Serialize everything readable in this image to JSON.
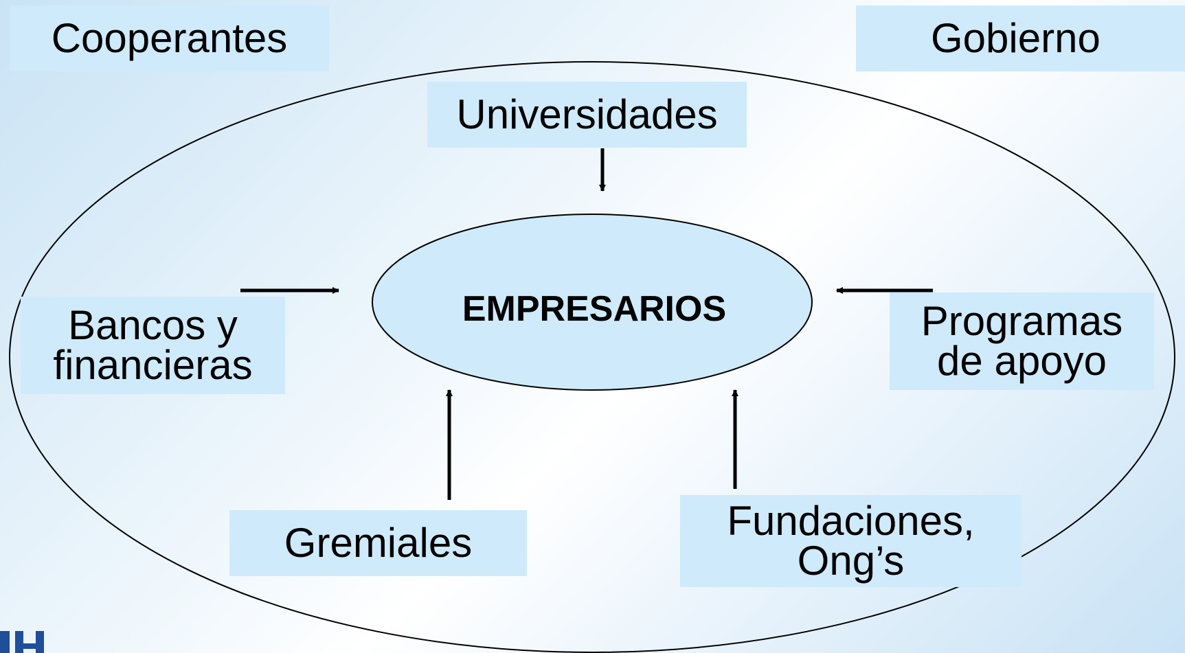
{
  "diagram": {
    "center": "EMPRESARIOS",
    "nodes": {
      "cooperantes": "Cooperantes",
      "gobierno": "Gobierno",
      "universidades": "Universidades",
      "bancos": "Bancos y\nfinancieras",
      "programas": "Programas\nde apoyo",
      "gremiales": "Gremiales",
      "fundaciones": "Fundaciones,\nOng’s"
    },
    "colors": {
      "box_fill": "#cfeafb",
      "center_fill": "#cfeafb",
      "stroke": "#000000",
      "logo": "#1f4e9a"
    }
  }
}
